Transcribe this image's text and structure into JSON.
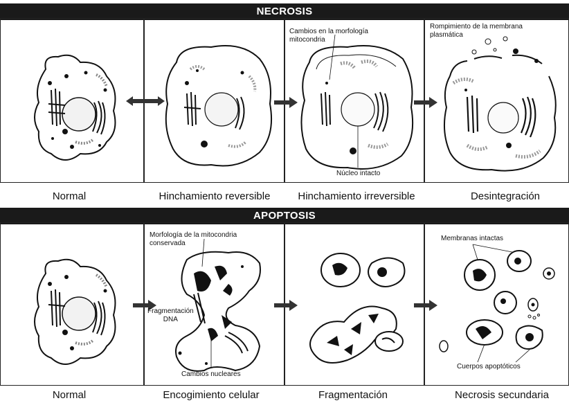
{
  "necrosis": {
    "title": "NECROSIS",
    "stages": [
      "Normal",
      "Hinchamiento reversible",
      "Hinchamiento irreversible",
      "Desintegración"
    ],
    "annotations": {
      "mito_changes": [
        "Cambios en la morfología",
        "mitocondria"
      ],
      "intact_nucleus": "Núcleo intacto",
      "membrane_rupture": [
        "Rompimiento de la membrana",
        "plasmática"
      ]
    }
  },
  "apoptosis": {
    "title": "APOPTOSIS",
    "stages": [
      "Normal",
      "Encogimiento celular",
      "Fragmentación",
      "Necrosis secundaria"
    ],
    "annotations": {
      "mito_conserved": [
        "Morfología de la mitocondria",
        "conservada"
      ],
      "dna_frag": [
        "Fragmentación",
        "DNA"
      ],
      "nuclear_changes": "Cambios nucleares",
      "intact_membranes": "Membranas intactas",
      "apoptotic_bodies": "Cuerpos apoptóticos"
    }
  }
}
